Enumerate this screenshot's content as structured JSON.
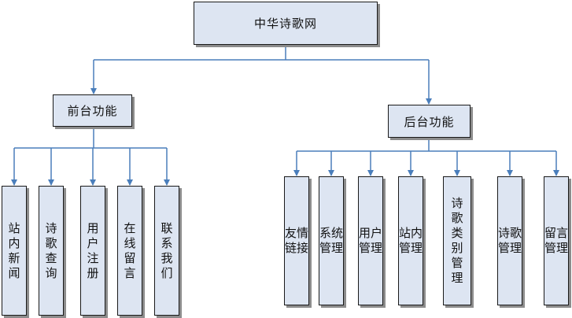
{
  "root": {
    "label": "中华诗歌网"
  },
  "front": {
    "label": "前台功能",
    "items": [
      "站内新闻",
      "诗歌查询",
      "用户注册",
      "在线留言",
      "联系我们"
    ]
  },
  "back": {
    "label": "后台功能",
    "items": [
      "友情链接",
      "系统管理",
      "用户管理",
      "站内管理",
      "诗歌类别管理",
      "诗歌管理",
      "留言管理"
    ]
  },
  "colors": {
    "connector": "#4a7ebb",
    "box_fill": "#dde5f2",
    "box_border": "#1a1a1a",
    "shadow": "#8c8c8c"
  }
}
